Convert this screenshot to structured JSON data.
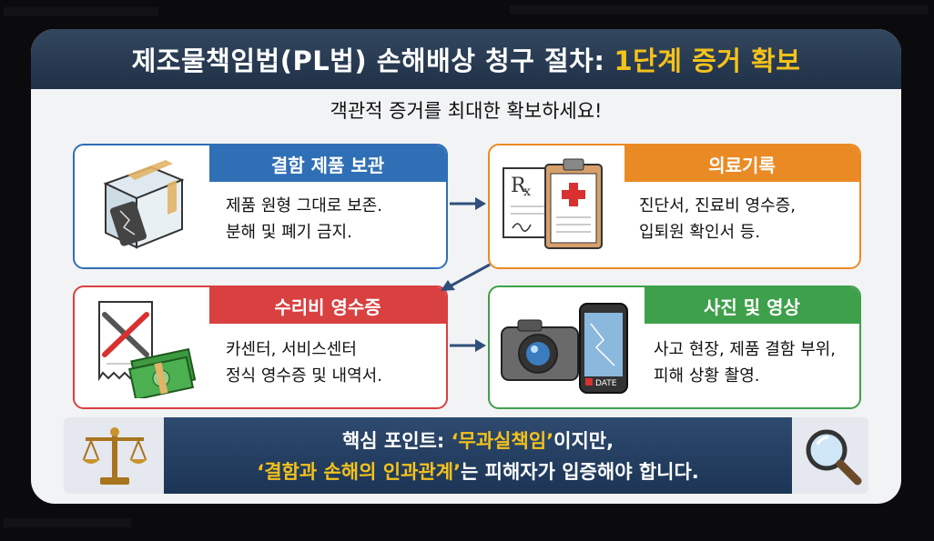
{
  "title": {
    "main": "제조물책임법(PL법) 손해배상 청구 절차:",
    "highlight": "1단계 증거 확보"
  },
  "subtitle": "객관적 증거를 최대한 확보하세요!",
  "boxes": [
    {
      "title": "결함 제품 보관",
      "line1": "제품 원형 그대로 보존.",
      "line2": "분해 및 폐기 금지.",
      "color": "#2f6fb5",
      "icon": "broken-phone-in-box"
    },
    {
      "title": "의료기록",
      "line1": "진단서, 진료비 영수증,",
      "line2": "입퇴원 확인서 등.",
      "color": "#ea8a25",
      "icon": "prescription-clipboard",
      "rx": "R",
      "rx_sub": "x"
    },
    {
      "title": "수리비 영수증",
      "line1": "카센터, 서비스센터",
      "line2": "정식 영수증 및 내역서.",
      "color": "#d94040",
      "icon": "receipt-tools-cash"
    },
    {
      "title": "사진 및 영상",
      "line1": "사고 현장, 제품 결함 부위,",
      "line2": "피해 상황 촬영.",
      "color": "#3ea04a",
      "icon": "camera-phone",
      "phone_label": "DATE"
    }
  ],
  "bottom": {
    "line1_prefix": "핵심 포인트: ",
    "line1_highlight": "‘무과실책임’",
    "line1_suffix": "이지만,",
    "line2_highlight": "‘결함과 손해의 인과관계’",
    "line2_suffix": "는 피해자가 입증해야 합니다.",
    "left_icon": "scales-icon",
    "right_icon": "magnifier-icon"
  },
  "colors": {
    "title_bg": "#24384f",
    "highlight": "#f4c21b"
  }
}
